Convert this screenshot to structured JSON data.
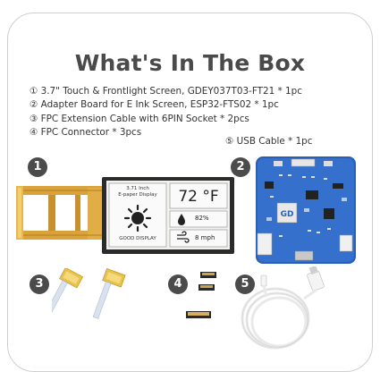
{
  "title": "What's In The Box",
  "items": [
    {
      "num": "①",
      "text": "3.7\" Touch & Frontlight Screen, GDEY037T03-FT21 * 1pc"
    },
    {
      "num": "②",
      "text": "Adapter Board for E Ink Screen, ESP32-FTS02 * 1pc"
    },
    {
      "num": "③",
      "text": "FPC Extension Cable with 6PIN Socket * 2pcs"
    },
    {
      "num": "④",
      "text": "FPC Connector * 3pcs"
    },
    {
      "num": "⑤",
      "text": "USB Cable * 1pc"
    }
  ],
  "badges": [
    "1",
    "2",
    "3",
    "4",
    "5"
  ],
  "screen": {
    "header_line1": "3.71 Inch",
    "header_line2": "E-paper Display",
    "footer": "GOOD DISPLAY",
    "temperature": "72 °F",
    "humidity": "82%",
    "wind": "8 mph"
  },
  "board": {
    "logo": "GD"
  },
  "icons": [
    "sun-icon",
    "droplet-icon",
    "wind-icon"
  ]
}
